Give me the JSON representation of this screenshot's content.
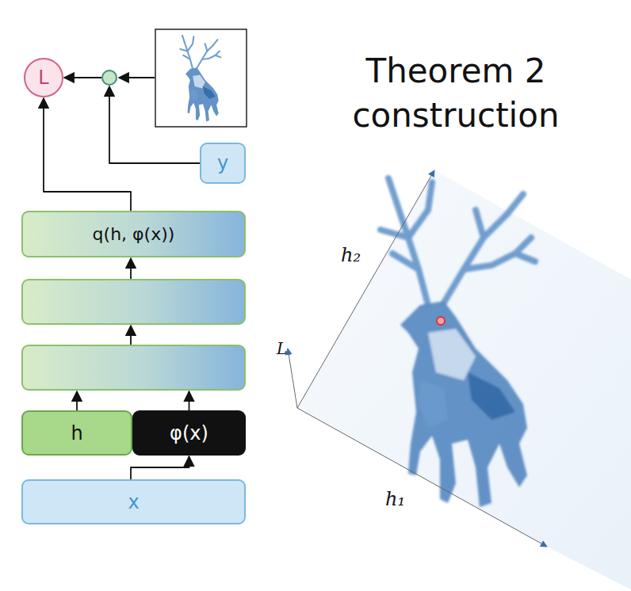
{
  "diagram": {
    "title": "Theorem 2 construction",
    "nodes": [
      {
        "text": [
          "L"
        ]
      },
      {
        "text": []
      },
      {
        "text": [
          "y"
        ]
      },
      {
        "text": [
          "q(h, φ(x))"
        ]
      },
      {
        "text": []
      },
      {
        "text": []
      },
      {
        "text": [
          "h"
        ]
      },
      {
        "text": [
          "φ(x)"
        ]
      },
      {
        "text": [
          "x"
        ]
      }
    ],
    "edges": [
      {
        "from": 1,
        "to": 0,
        "arrow": "to"
      },
      {
        "from": 2,
        "to": 1,
        "arrow": "to"
      },
      {
        "from": 3,
        "to": 0,
        "arrow": "to"
      },
      {
        "from": 4,
        "to": 3,
        "arrow": "to"
      },
      {
        "from": 5,
        "to": 4,
        "arrow": "to"
      },
      {
        "from": 6,
        "to": 5,
        "arrow": "to"
      },
      {
        "from": 7,
        "to": 5,
        "arrow": "to"
      },
      {
        "from": 8,
        "to": 7,
        "arrow": "to"
      }
    ],
    "labels": [
      "h₂",
      "h₁",
      "L"
    ]
  }
}
